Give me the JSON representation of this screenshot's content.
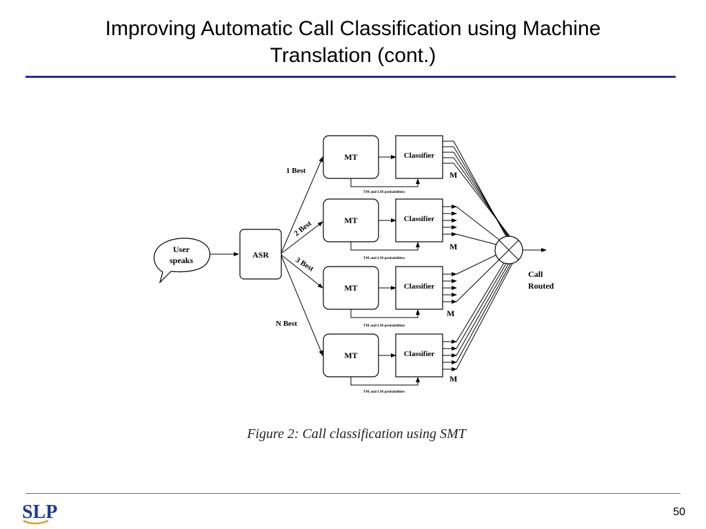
{
  "slide": {
    "title_line1": "Improving Automatic Call Classification using Machine",
    "title_line2": "Translation (cont.)",
    "page_number": "50",
    "logo_text": "SLP",
    "title_rule_color": "#1f2aa8"
  },
  "diagram": {
    "user_bubble_line1": "User",
    "user_bubble_line2": "speaks",
    "asr_label": "ASR",
    "branches": [
      {
        "path_label": "1 Best",
        "mt_label": "MT",
        "classifier_label": "Classifier",
        "m_label": "M",
        "prob_label": "TM and LM probabilities"
      },
      {
        "path_label": "2 Best",
        "mt_label": "MT",
        "classifier_label": "Classifier",
        "m_label": "M",
        "prob_label": "TM and LM probabilities"
      },
      {
        "path_label": "3 Best",
        "mt_label": "MT",
        "classifier_label": "Classifier",
        "m_label": "M",
        "prob_label": "TM and LM probabilities"
      },
      {
        "path_label": "N Best",
        "mt_label": "MT",
        "classifier_label": "Classifier",
        "m_label": "M",
        "prob_label": "TM and LM probabilities"
      }
    ],
    "output_line1": "Call",
    "output_line2": "Routed",
    "caption": "Figure 2: Call classification using SMT"
  }
}
